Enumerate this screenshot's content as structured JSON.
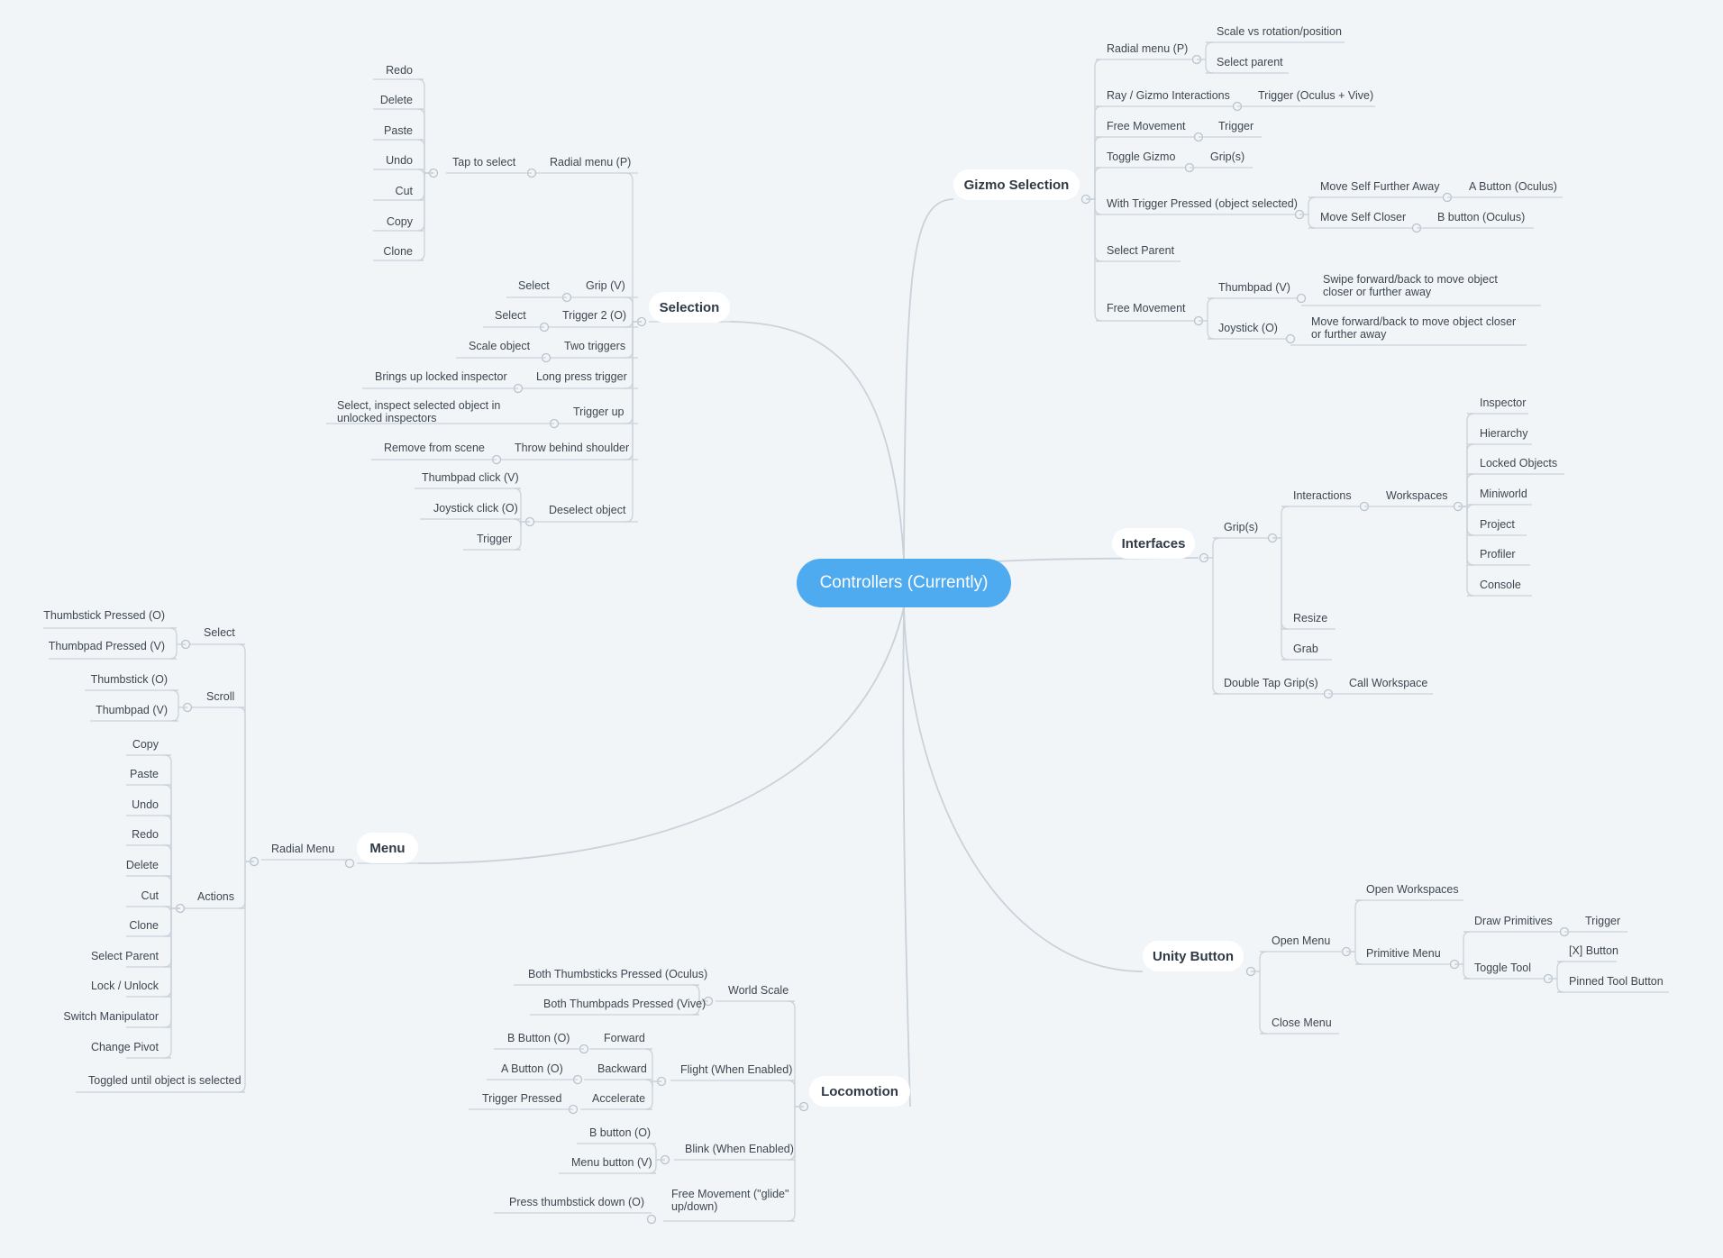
{
  "diagram": {
    "central": "Controllers (Currently)",
    "selection": {
      "title": "Selection",
      "radial_menu": "Radial menu (P)",
      "tap_to_select": "Tap to select",
      "tap_children": [
        "Redo",
        "Delete",
        "Paste",
        "Undo",
        "Cut",
        "Copy",
        "Clone"
      ],
      "grip_v": "Grip (V)",
      "grip_select": "Select",
      "trigger2": "Trigger 2 (O)",
      "trigger2_select": "Select",
      "two_triggers": "Two triggers",
      "scale_object": "Scale object",
      "long_press": "Long press trigger",
      "locked_inspector": "Brings up locked inspector",
      "trigger_up": "Trigger up",
      "trigger_up_child": "Select, inspect selected object in unlocked inspectors",
      "throw": "Throw behind shoulder",
      "remove": "Remove from scene",
      "deselect": "Deselect object",
      "deselect_children": [
        "Thumbpad click (V)",
        "Joystick click (O)",
        "Trigger"
      ]
    },
    "gizmo": {
      "title": "Gizmo Selection",
      "radial": "Radial menu (P)",
      "radial_children": [
        "Scale vs rotation/position",
        "Select parent"
      ],
      "ray": "Ray / Gizmo Interactions",
      "ray_child": "Trigger (Oculus + Vive)",
      "free1": "Free Movement",
      "free1_child": "Trigger",
      "toggle": "Toggle Gizmo",
      "toggle_child": "Grip(s)",
      "with_trigger": "With Trigger Pressed (object selected)",
      "further": "Move Self Further Away",
      "a_button": "A Button (Oculus)",
      "closer": "Move Self Closer",
      "b_button": "B button (Oculus)",
      "select_parent": "Select Parent",
      "free2": "Free Movement",
      "thumbpad": "Thumbpad (V)",
      "swipe": "Swipe forward/back to move object closer or further away",
      "joystick": "Joystick (O)",
      "move_fb": "Move forward/back to move object closer or further away"
    },
    "interfaces": {
      "title": "Interfaces",
      "grips": "Grip(s)",
      "interactions": "Interactions",
      "workspaces": "Workspaces",
      "workspace_children": [
        "Inspector",
        "Hierarchy",
        "Locked Objects",
        "Miniworld",
        "Project",
        "Profiler",
        "Console"
      ],
      "resize": "Resize",
      "grab": "Grab",
      "double_tap": "Double Tap Grip(s)",
      "call_workspace": "Call Workspace"
    },
    "unity": {
      "title": "Unity Button",
      "open_menu": "Open Menu",
      "open_workspaces": "Open Workspaces",
      "primitive_menu": "Primitive Menu",
      "draw_primitives": "Draw Primitives",
      "trigger": "Trigger",
      "toggle_tool": "Toggle Tool",
      "x_button": "[X] Button",
      "pinned": "Pinned Tool Button",
      "close_menu": "Close Menu"
    },
    "menu": {
      "title": "Menu",
      "radial_menu": "Radial Menu",
      "select": "Select",
      "select_children": [
        "Thumbstick Pressed (O)",
        "Thumbpad Pressed (V)"
      ],
      "scroll": "Scroll",
      "scroll_children": [
        "Thumbstick (O)",
        "Thumbpad (V)"
      ],
      "actions": "Actions",
      "action_children": [
        "Copy",
        "Paste",
        "Undo",
        "Redo",
        "Delete",
        "Cut",
        "Clone",
        "Select Parent",
        "Lock / Unlock",
        "Switch Manipulator",
        "Change Pivot"
      ],
      "toggled": "Toggled until object is selected"
    },
    "locomotion": {
      "title": "Locomotion",
      "world_scale": "World Scale",
      "world_children": [
        "Both Thumbsticks Pressed (Oculus)",
        "Both Thumbpads Pressed (Vive)"
      ],
      "flight": "Flight (When Enabled)",
      "forward": "Forward",
      "b_button": "B Button (O)",
      "backward": "Backward",
      "a_button": "A Button (O)",
      "accelerate": "Accelerate",
      "trigger_pressed": "Trigger Pressed",
      "blink": "Blink (When Enabled)",
      "blink_children": [
        "B button (O)",
        "Menu button (V)"
      ],
      "free": "Free Movement (\"glide\" up/down)",
      "press_thumb": "Press thumbstick down (O)"
    }
  }
}
